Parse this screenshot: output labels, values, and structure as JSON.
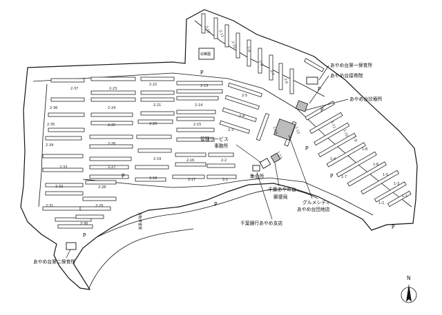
{
  "facilities": {
    "nursery1": "あやめ台第一保育所",
    "bone": "あやめ台接骨院",
    "clinic": "あやめ台診療所",
    "mgmt1": "管理サービス",
    "mgmt2": "事務所",
    "hall": "集会所",
    "post1": "千葉あやめ台",
    "post2": "郵便局",
    "gourmet1": "グルメシティ",
    "gourmet2": "あやめ台団地店",
    "bank": "千葉銀行あやめ支店",
    "nursery2": "あやめ台第二保育所",
    "bus": "自転車置場",
    "kindergarten": "幼稚園"
  },
  "blocks": {
    "b2_37": "2-37",
    "b2_36": "2-36",
    "b2_35": "2-35",
    "b2_34": "2-34",
    "b2_33": "2-33",
    "b2_32": "2-32",
    "b2_31": "2-31",
    "b2_30": "2-30",
    "b2_29": "2-29",
    "b2_28": "2-28",
    "b2_27": "2-27",
    "b2_26": "2-26",
    "b2_25": "2-25",
    "b2_24": "2-24",
    "b2_23": "2-23",
    "b2_22": "2-22",
    "b2_21": "2-21",
    "b2_20": "2-20",
    "b2_19": "2-19",
    "b2_18": "2-18",
    "b2_17": "2-17",
    "b2_16": "2-16",
    "b2_15": "2-15",
    "b2_14": "2-14",
    "b2_13": "2-13",
    "b2_12": "2-12",
    "b2_11": "2-11",
    "b2_10": "2-10",
    "b2_9": "2-9",
    "b2_8": "2-8",
    "b2_7": "2-7",
    "b2_6": "2-6",
    "b2_5": "2-5",
    "b2_4": "2-4",
    "b2_3": "2-3",
    "b2_2": "2-2",
    "b2_1": "2-1",
    "b1_14": "1-14",
    "b1_13": "1-13",
    "b1_12": "1-12",
    "b1_11": "1-11",
    "b1_10": "1-10",
    "b1_9": "1-9",
    "b1_8": "1-8",
    "b1_7": "1-7",
    "b1_6": "1-6",
    "b1_5": "1-5",
    "b1_4": "1-4",
    "b1_3": "1-3",
    "b1_2": "1-2",
    "b1_1": "1-1"
  },
  "parking": "P",
  "north": "N"
}
